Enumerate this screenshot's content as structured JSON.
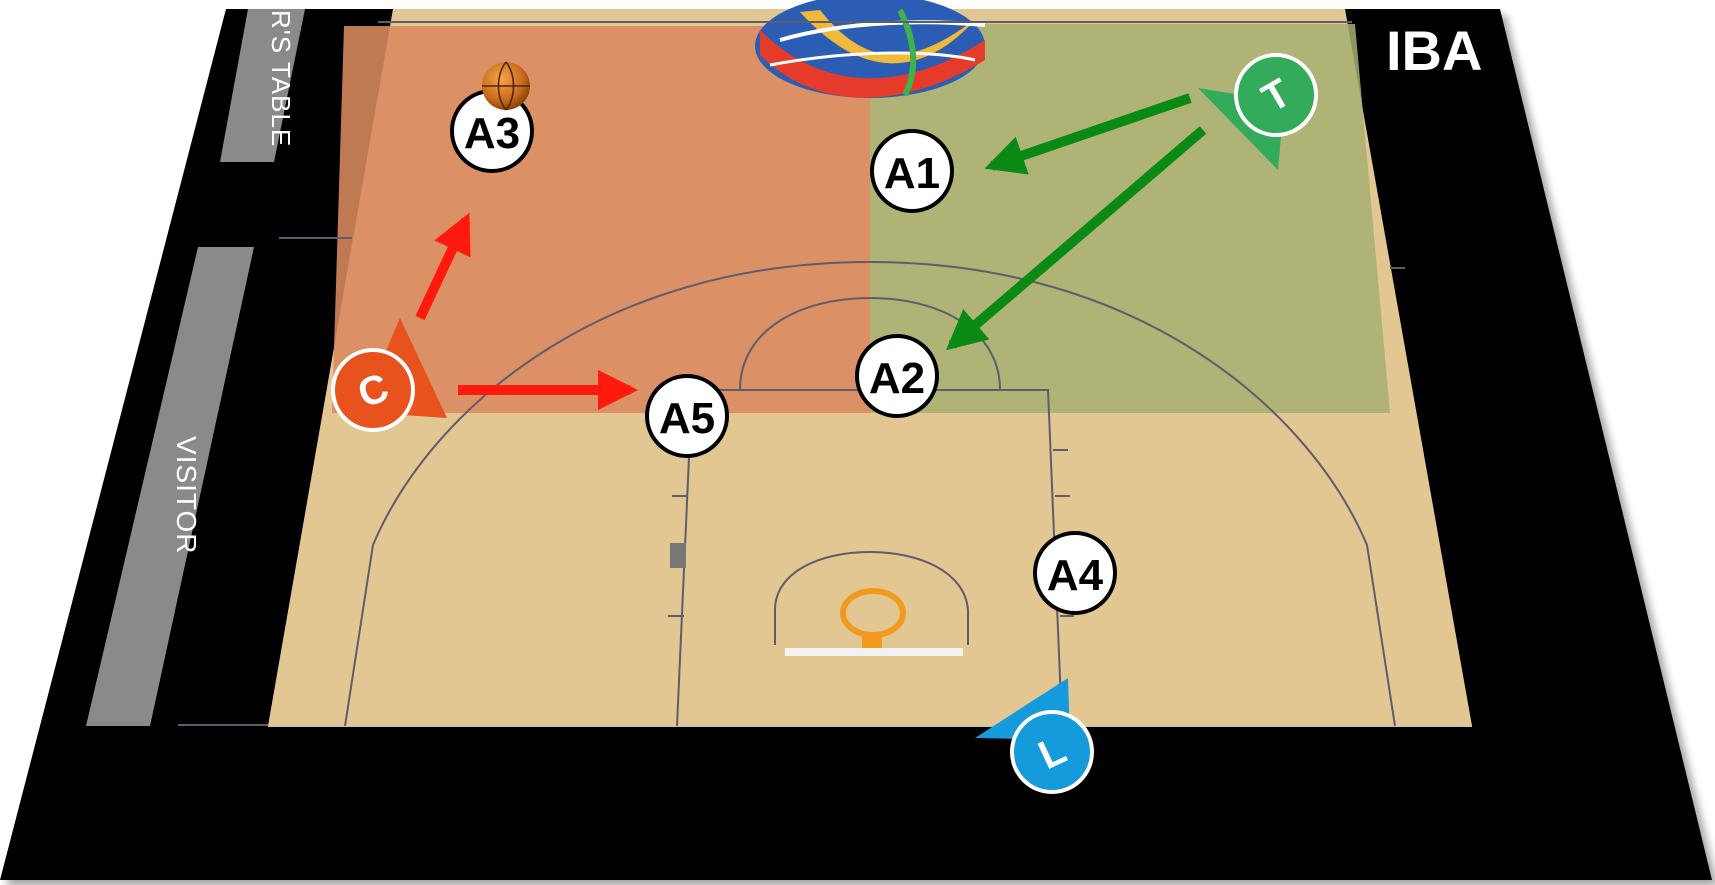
{
  "labels": {
    "table_label": "R'S TABLE",
    "side_label": "VISITOR",
    "brand_label": "IBA"
  },
  "colors": {
    "court": "#e2c793",
    "frame": "#000000",
    "side_panel": "#8a8a8a",
    "lines": "#5d5d6e",
    "zone_referee_c": "#d98a5e",
    "zone_referee_t": "#a6b071",
    "pass_red": "#ff1a0d",
    "pass_green": "#0a8a12",
    "referee_c": "#e8521d",
    "referee_t": "#33ab5b",
    "referee_l": "#159bdc",
    "hoop": "#f29a1e"
  },
  "zones": [
    {
      "name": "zone-referee-c",
      "referee": "C"
    },
    {
      "name": "zone-referee-t",
      "referee": "T"
    }
  ],
  "players": [
    {
      "id": "a1",
      "label": "A1"
    },
    {
      "id": "a2",
      "label": "A2"
    },
    {
      "id": "a3",
      "label": "A3",
      "has_ball": true
    },
    {
      "id": "a4",
      "label": "A4"
    },
    {
      "id": "a5",
      "label": "A5"
    }
  ],
  "referees": [
    {
      "id": "c",
      "position": "C",
      "color": "orange"
    },
    {
      "id": "t",
      "position": "T",
      "color": "green"
    },
    {
      "id": "l",
      "position": "L",
      "color": "blue"
    }
  ],
  "arrows": [
    {
      "from": "referee-c",
      "to": "a3",
      "color": "red"
    },
    {
      "from": "referee-c",
      "to": "a5",
      "color": "red"
    },
    {
      "from": "referee-t",
      "to": "a1",
      "color": "green"
    },
    {
      "from": "referee-t",
      "to": "a2",
      "color": "green"
    }
  ],
  "icons": [
    "basketball-icon",
    "fiba-globe-logo"
  ]
}
